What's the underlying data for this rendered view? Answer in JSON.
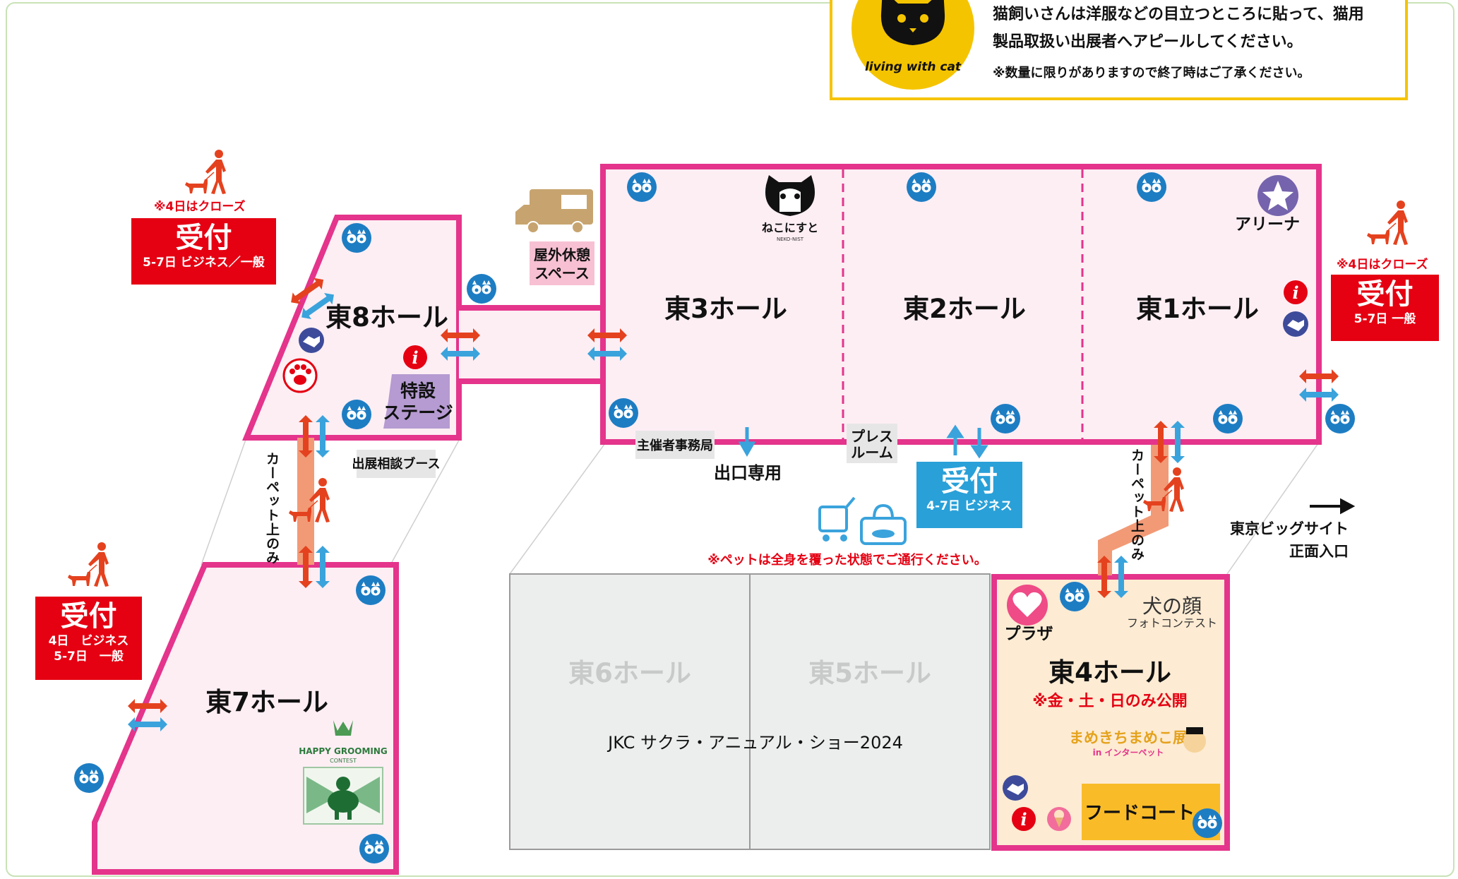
{
  "notice": {
    "line1": "猫飼いさんは洋服などの目立つところに貼って、猫用",
    "line2": "製品取扱い出展者へアピールしてください。",
    "line3": "※数量に限りがありますので終了時はご了承ください。",
    "badge_text": "living with cat"
  },
  "halls": {
    "east8": "東8ホール",
    "east7": "東7ホール",
    "east3": "東3ホール",
    "east2": "東2ホール",
    "east1": "東1ホール",
    "east4": "東4ホール",
    "east4_note": "※金・土・日のみ公開",
    "east6": "東6ホール",
    "east5": "東5ホール",
    "east56_event": "JKC サクラ・アニュアル・ショー2024"
  },
  "labels": {
    "special_stage_line1": "特設",
    "special_stage_line2": "ステージ",
    "consult_booth": "出展相談ブース",
    "outdoor_rest_line1": "屋外休憩",
    "outdoor_rest_line2": "スペース",
    "organizer_office": "主催者事務局",
    "exit_only": "出口専用",
    "press_room_line1": "プレス",
    "press_room_line2": "ルーム",
    "arena": "アリーナ",
    "plaza": "プラザ",
    "food_court": "フードコート",
    "carpet_only_left": "カーペット上のみ",
    "carpet_only_right": "カーペット上のみ",
    "pet_notice": "※ペットは全身を覆った状態でご通行ください。",
    "entrance_line1": "東京ビッグサイト",
    "entrance_line2": "正面入口",
    "nekonisuto": "ねこにすと",
    "nekonisuto_sub": "NEKO-NIST",
    "inukao_line1": "犬の顔",
    "inukao_line2": "フォトコンテスト",
    "mameshiba": "まめきちまめこ展",
    "mameshiba_sub": "in インターペット",
    "grooming_line1": "HAPPY GROOMING",
    "grooming_line2": "CONTEST"
  },
  "receptions": {
    "top_left": {
      "closed_note": "※4日はクローズ",
      "title": "受付",
      "sub": "5-7日 ビジネス／一般"
    },
    "right": {
      "closed_note": "※4日はクローズ",
      "title": "受付",
      "sub": "5-7日 一般"
    },
    "center": {
      "title": "受付",
      "sub": "4-7日 ビジネス"
    },
    "bottom_left": {
      "title": "受付",
      "sub1": "4日　ビジネス",
      "sub2": "5-7日　一般"
    }
  },
  "colors": {
    "hall_border": "#e4348b",
    "hall_fill": "#fdeef4",
    "hall4_fill": "#fdebd3",
    "inactive_hall_fill": "#eceeed",
    "reception_red": "#e50012",
    "reception_blue": "#29a0d8",
    "arrow_red": "#e4421f",
    "arrow_blue": "#3aa3dc",
    "notice_border": "#f5c400",
    "food_court": "#f9bb28"
  },
  "icons": [
    "toilet-icon",
    "info-icon",
    "handshake-icon",
    "paw-icon",
    "star-icon",
    "heart-icon",
    "ice-cream-icon",
    "food-truck-icon",
    "dog-walker-icon",
    "pet-stroller-icon",
    "pet-carrier-icon",
    "cat-face-icon",
    "arrow-right-icon"
  ]
}
